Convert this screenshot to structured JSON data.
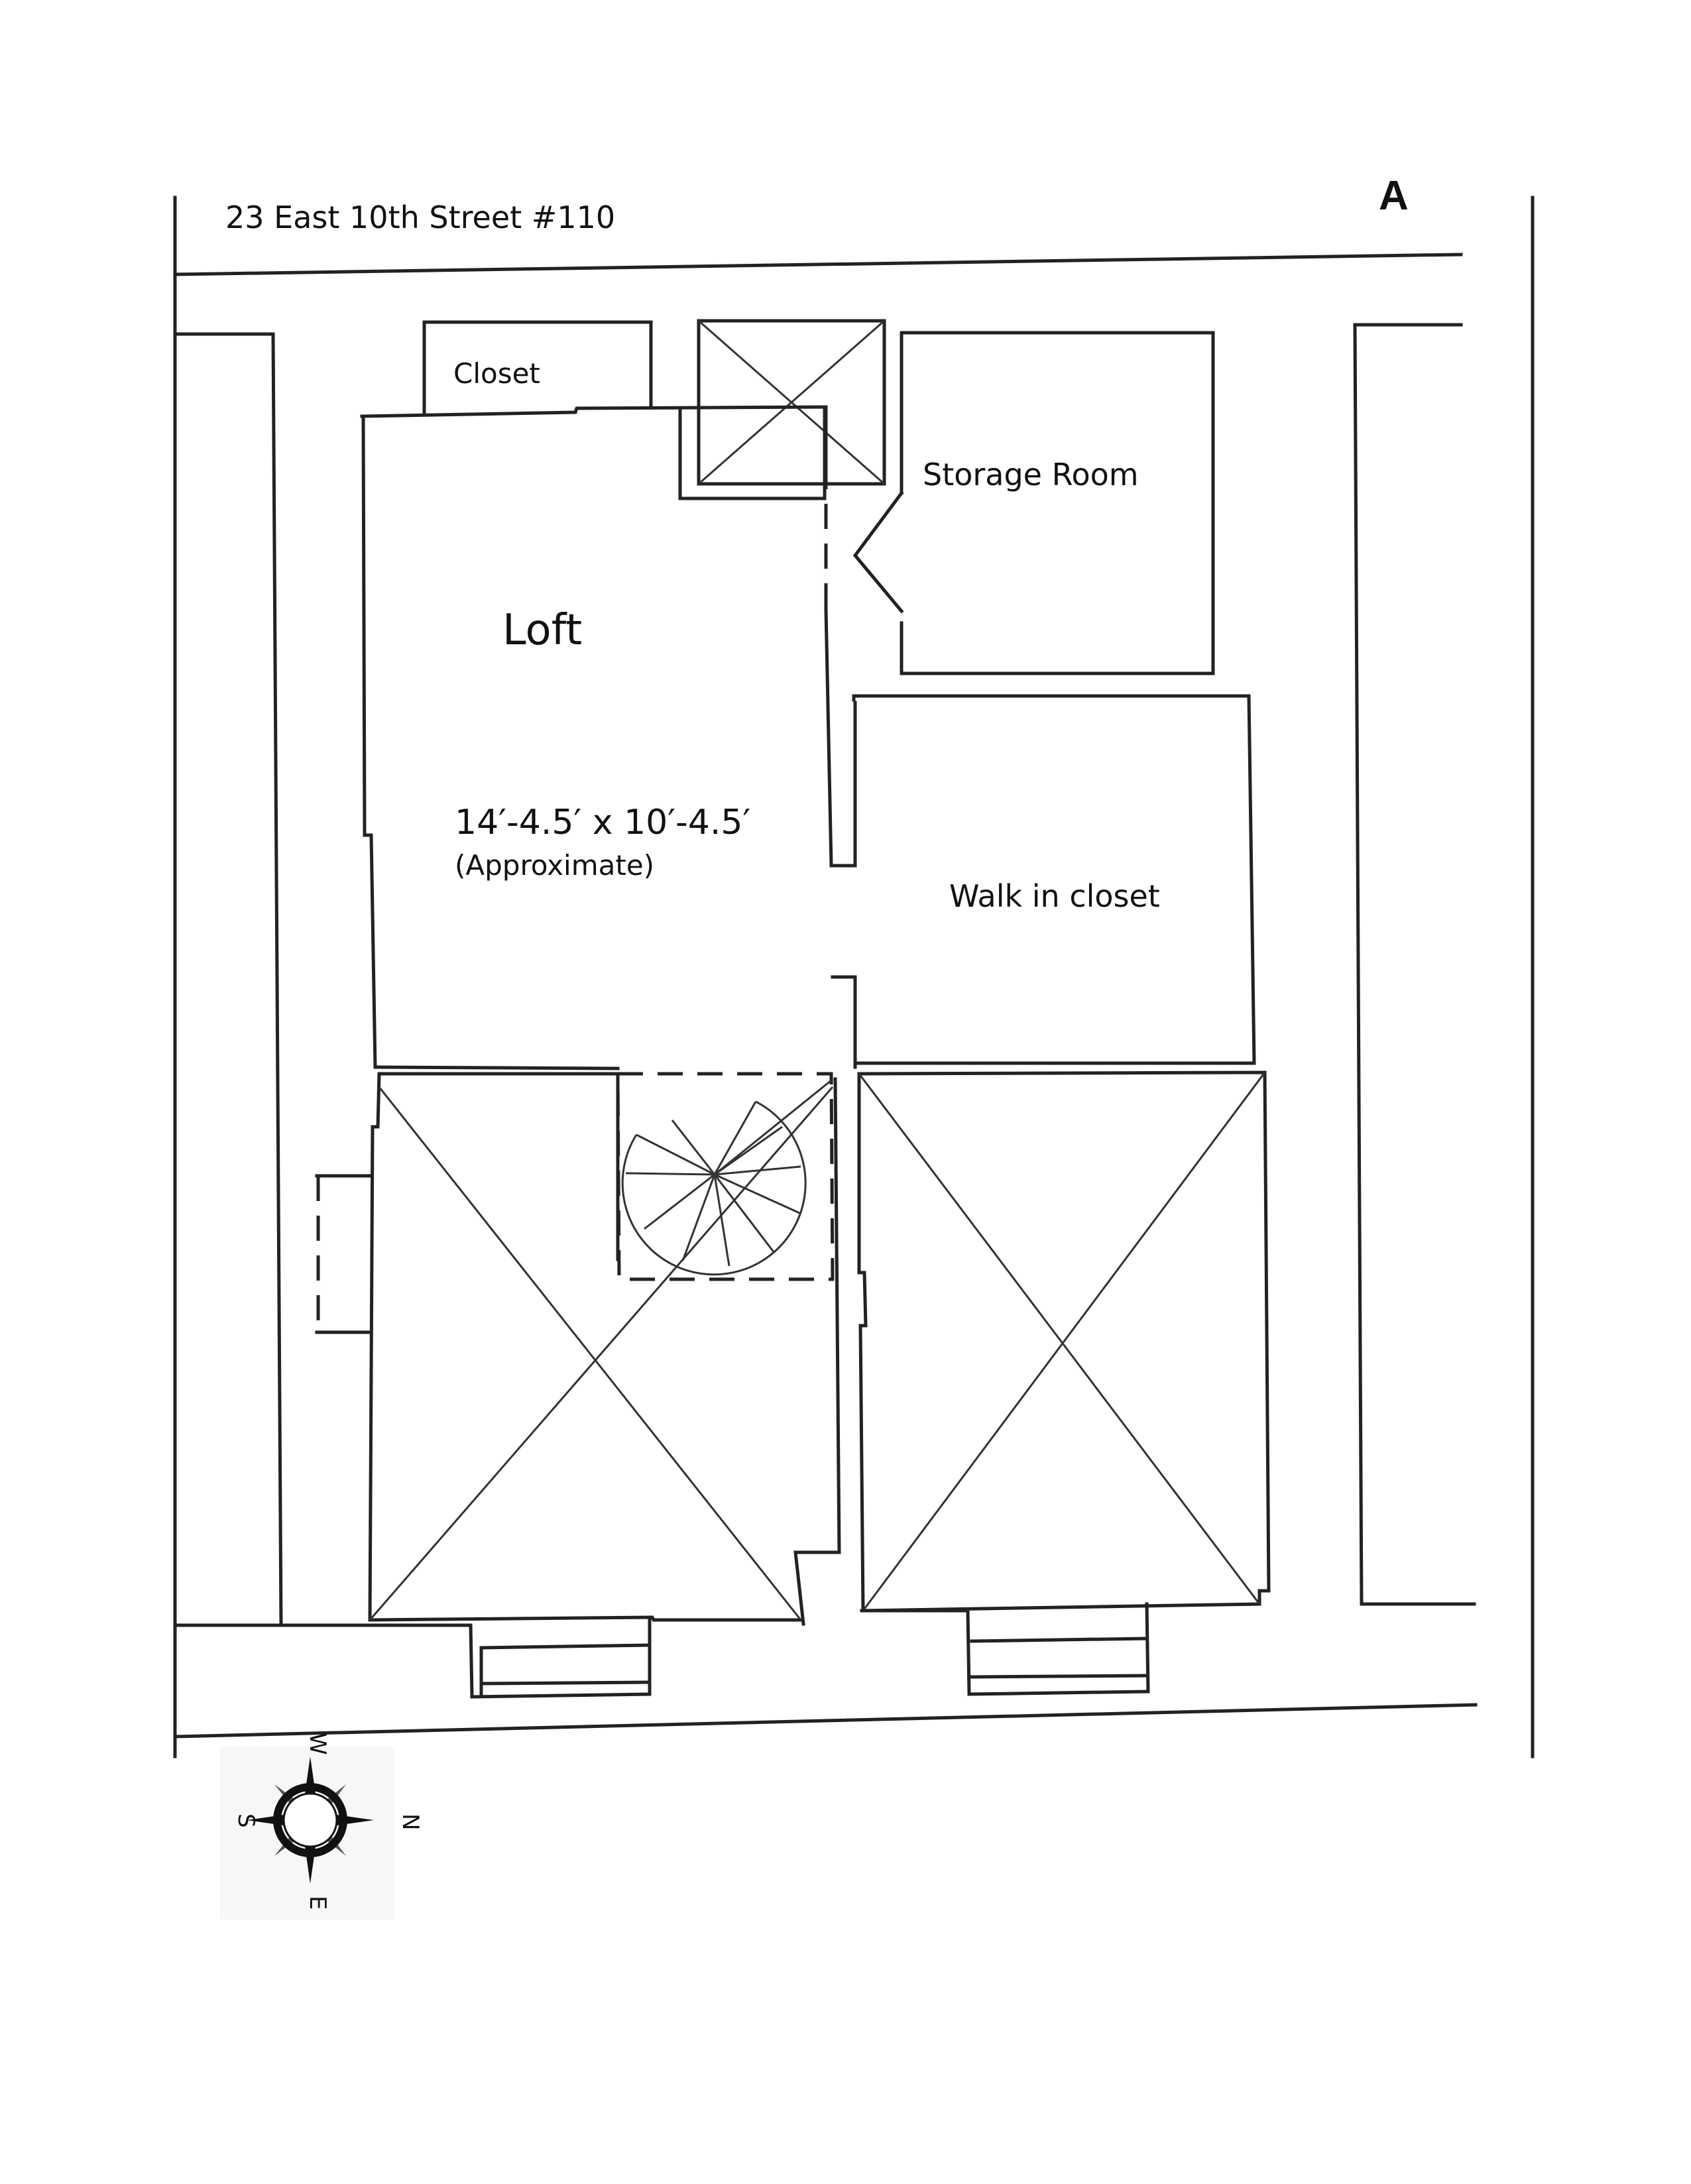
{
  "sheet_letter": "A",
  "address": "23 East 10th Street #110",
  "rooms": {
    "closet": "Closet",
    "storage": "Storage Room",
    "loft": "Loft",
    "loft_dimensions": "14′-4.5′ x 10′-4.5′",
    "loft_note": "(Approximate)",
    "walk_in": "Walk in closet"
  },
  "compass": {
    "north": "N",
    "south": "S",
    "east": "E",
    "west": "W"
  }
}
